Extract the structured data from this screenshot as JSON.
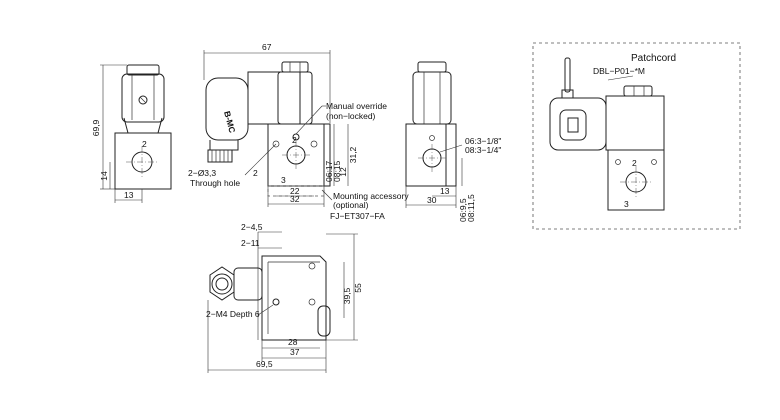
{
  "dimensions": {
    "front_height": "69,9",
    "front_port_height": "14",
    "front_width": "13",
    "side_overall": "67",
    "port_dims_a": "06:17",
    "port_dims_b": "08:15",
    "height_31_2": "31,2",
    "width_22": "22",
    "width_32": "32",
    "right_width_13": "13",
    "right_width_30": "30",
    "right_height_a": "06:9,5",
    "right_height_b": "08:11,5",
    "port_thread_a": "06:3−1/8\"",
    "port_thread_b": "08:3−1/4\"",
    "top_2_4_5": "2−4,5",
    "top_2_11": "2−11",
    "height_39_5": "39,5",
    "height_55": "55",
    "width_28": "28",
    "width_37": "37",
    "width_69_5": "69,5"
  },
  "labels": {
    "through_hole_dia": "2−Ø3,3",
    "through_hole": "Through hole",
    "manual_override": "Manual override",
    "non_locked": "(non−locked)",
    "mounting_accessory": "Mounting accessory",
    "optional": "(optional)",
    "mount_part": "FJ−ET307−FA",
    "m4_depth": "2−M4 Depth 6",
    "brand": "B-MC",
    "port_2_front": "2",
    "port_2_side": "2",
    "port_3_side": "3",
    "port_2_inset": "2",
    "port_3_inset": "3"
  },
  "inset": {
    "title": "Patchcord",
    "part": "DBL−P01−*M"
  },
  "icons": {
    "valve": "solenoid-valve-drawing",
    "coil": "solenoid-coil-icon",
    "cable": "patchcord-cable-icon"
  }
}
